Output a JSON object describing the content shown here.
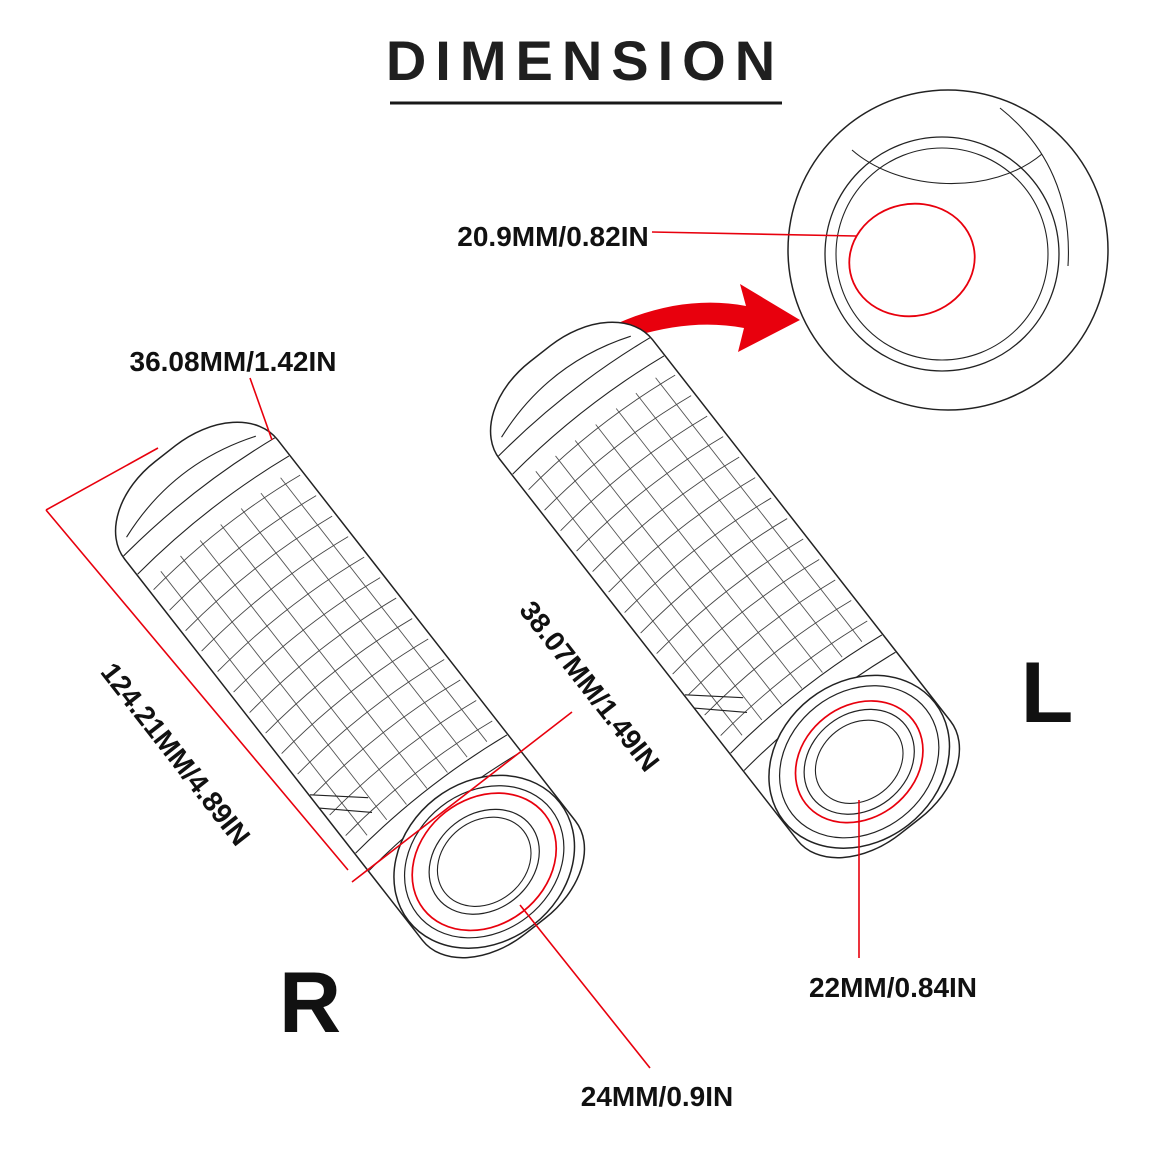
{
  "title": "DIMENSION",
  "colors": {
    "accent": "#e8000d",
    "ink": "#1f1f1f"
  },
  "labels": {
    "cap_diameter": "20.9MM/0.82IN",
    "grip_outer": "36.08MM/1.42IN",
    "grip_length": "124.21MM/4.89IN",
    "end_diameter": "38.07MM/1.49IN",
    "left_bore": "22MM/0.84IN",
    "right_bore": "24MM/0.9IN",
    "right_grip_letter": "R",
    "left_grip_letter": "L"
  }
}
